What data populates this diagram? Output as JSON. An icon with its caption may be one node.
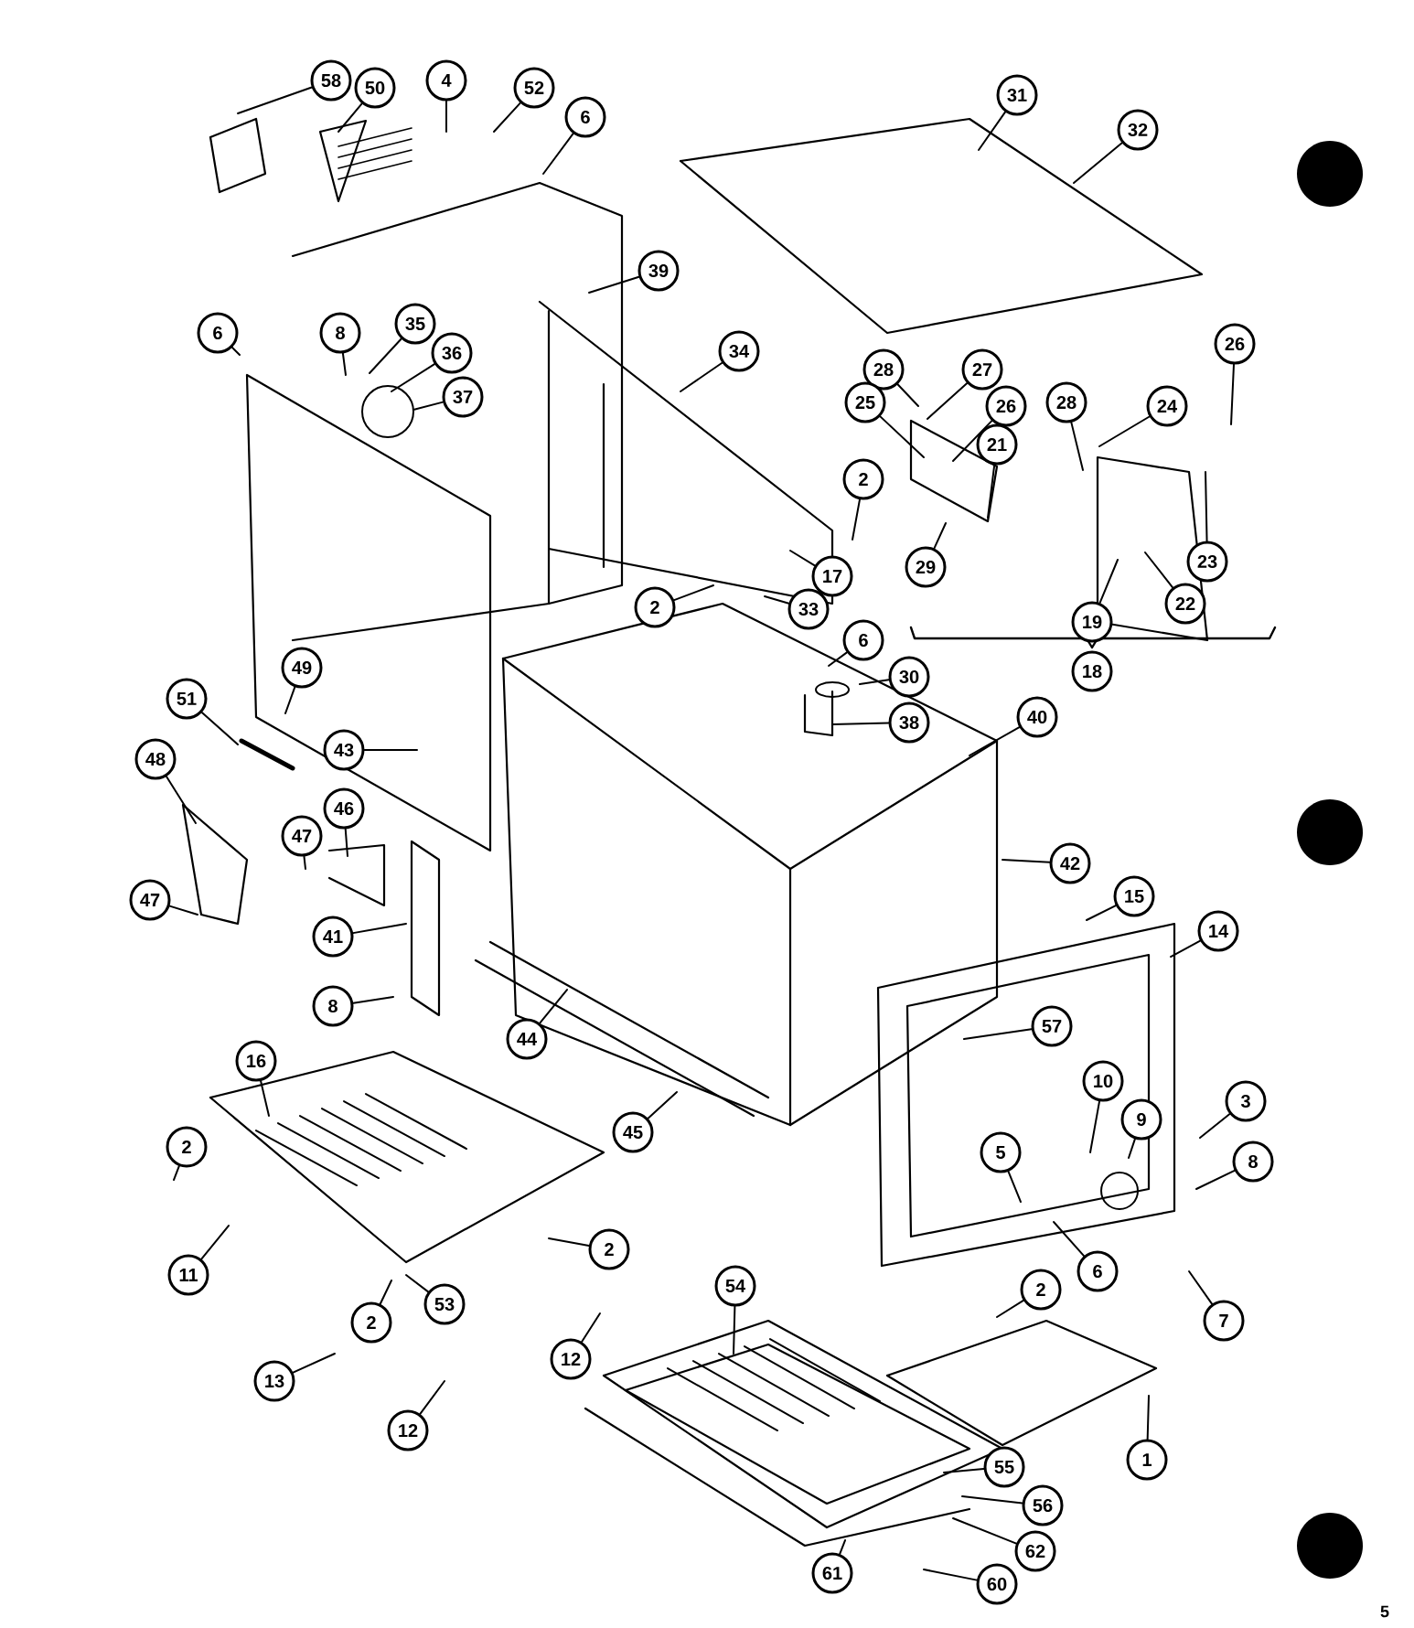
{
  "diagram": {
    "nodes": [
      {
        "text": [
          "58"
        ]
      },
      {
        "text": [
          "50"
        ]
      },
      {
        "text": [
          "4"
        ]
      },
      {
        "text": [
          "52"
        ]
      },
      {
        "text": [
          "6"
        ]
      },
      {
        "text": [
          "31"
        ]
      },
      {
        "text": [
          "32"
        ]
      },
      {
        "text": [
          "39"
        ]
      },
      {
        "text": [
          "6"
        ]
      },
      {
        "text": [
          "8"
        ]
      },
      {
        "text": [
          "35"
        ]
      },
      {
        "text": [
          "36"
        ]
      },
      {
        "text": [
          "37"
        ]
      },
      {
        "text": [
          "34"
        ]
      },
      {
        "text": [
          "28"
        ]
      },
      {
        "text": [
          "27"
        ]
      },
      {
        "text": [
          "25"
        ]
      },
      {
        "text": [
          "26"
        ]
      },
      {
        "text": [
          "21"
        ]
      },
      {
        "text": [
          "28"
        ]
      },
      {
        "text": [
          "24"
        ]
      },
      {
        "text": [
          "26"
        ]
      },
      {
        "text": [
          "2"
        ]
      },
      {
        "text": [
          "17"
        ]
      },
      {
        "text": [
          "29"
        ]
      },
      {
        "text": [
          "33"
        ]
      },
      {
        "text": [
          "23"
        ]
      },
      {
        "text": [
          "19"
        ]
      },
      {
        "text": [
          "22"
        ]
      },
      {
        "text": [
          "2"
        ]
      },
      {
        "text": [
          "6"
        ]
      },
      {
        "text": [
          "30"
        ]
      },
      {
        "text": [
          "49"
        ]
      },
      {
        "text": [
          "51"
        ]
      },
      {
        "text": [
          "38"
        ]
      },
      {
        "text": [
          "43"
        ]
      },
      {
        "text": [
          "40"
        ]
      },
      {
        "text": [
          "48"
        ]
      },
      {
        "text": [
          "46"
        ]
      },
      {
        "text": [
          "47"
        ]
      },
      {
        "text": [
          "42"
        ]
      },
      {
        "text": [
          "47"
        ]
      },
      {
        "text": [
          "15"
        ]
      },
      {
        "text": [
          "41"
        ]
      },
      {
        "text": [
          "14"
        ]
      },
      {
        "text": [
          "8"
        ]
      },
      {
        "text": [
          "57"
        ]
      },
      {
        "text": [
          "44"
        ]
      },
      {
        "text": [
          "16"
        ]
      },
      {
        "text": [
          "10"
        ]
      },
      {
        "text": [
          "3"
        ]
      },
      {
        "text": [
          "9"
        ]
      },
      {
        "text": [
          "45"
        ]
      },
      {
        "text": [
          "2"
        ]
      },
      {
        "text": [
          "5"
        ]
      },
      {
        "text": [
          "8"
        ]
      },
      {
        "text": [
          "2"
        ]
      },
      {
        "text": [
          "11"
        ]
      },
      {
        "text": [
          "6"
        ]
      },
      {
        "text": [
          "54"
        ]
      },
      {
        "text": [
          "2"
        ]
      },
      {
        "text": [
          "53"
        ]
      },
      {
        "text": [
          "2"
        ]
      },
      {
        "text": [
          "7"
        ]
      },
      {
        "text": [
          "12"
        ]
      },
      {
        "text": [
          "13"
        ]
      },
      {
        "text": [
          "12"
        ]
      },
      {
        "text": [
          "1"
        ]
      },
      {
        "text": [
          "55"
        ]
      },
      {
        "text": [
          "56"
        ]
      },
      {
        "text": [
          "62"
        ]
      },
      {
        "text": [
          "61"
        ]
      },
      {
        "text": [
          "60"
        ]
      },
      {
        "text": [
          "18"
        ]
      }
    ],
    "edges": [
      {
        "from": 0,
        "to": null,
        "arrow": "none"
      },
      {
        "from": 1,
        "to": null,
        "arrow": "none"
      },
      {
        "from": 2,
        "to": null,
        "arrow": "none"
      },
      {
        "from": 3,
        "to": null,
        "arrow": "none"
      },
      {
        "from": 4,
        "to": null,
        "arrow": "none"
      },
      {
        "from": 5,
        "to": null,
        "arrow": "none"
      },
      {
        "from": 6,
        "to": null,
        "arrow": "none"
      },
      {
        "from": 7,
        "to": null,
        "arrow": "none"
      },
      {
        "from": 8,
        "to": null,
        "arrow": "none"
      },
      {
        "from": 9,
        "to": null,
        "arrow": "none"
      },
      {
        "from": 10,
        "to": null,
        "arrow": "none"
      },
      {
        "from": 11,
        "to": null,
        "arrow": "none"
      },
      {
        "from": 12,
        "to": null,
        "arrow": "none"
      },
      {
        "from": 13,
        "to": null,
        "arrow": "none"
      },
      {
        "from": 14,
        "to": null,
        "arrow": "none"
      },
      {
        "from": 15,
        "to": null,
        "arrow": "none"
      },
      {
        "from": 16,
        "to": null,
        "arrow": "none"
      },
      {
        "from": 17,
        "to": null,
        "arrow": "none"
      },
      {
        "from": 18,
        "to": null,
        "arrow": "none"
      },
      {
        "from": 19,
        "to": null,
        "arrow": "none"
      },
      {
        "from": 20,
        "to": null,
        "arrow": "none"
      },
      {
        "from": 21,
        "to": null,
        "arrow": "none"
      },
      {
        "from": 22,
        "to": null,
        "arrow": "none"
      },
      {
        "from": 23,
        "to": null,
        "arrow": "none"
      },
      {
        "from": 24,
        "to": null,
        "arrow": "none"
      },
      {
        "from": 25,
        "to": null,
        "arrow": "none"
      },
      {
        "from": 26,
        "to": null,
        "arrow": "none"
      },
      {
        "from": 27,
        "to": null,
        "arrow": "none"
      },
      {
        "from": 28,
        "to": null,
        "arrow": "none"
      },
      {
        "from": 29,
        "to": null,
        "arrow": "none"
      },
      {
        "from": 30,
        "to": null,
        "arrow": "none"
      },
      {
        "from": 31,
        "to": null,
        "arrow": "none"
      },
      {
        "from": 32,
        "to": null,
        "arrow": "none"
      },
      {
        "from": 33,
        "to": null,
        "arrow": "none"
      },
      {
        "from": 34,
        "to": null,
        "arrow": "none"
      },
      {
        "from": 35,
        "to": null,
        "arrow": "none"
      },
      {
        "from": 36,
        "to": null,
        "arrow": "none"
      },
      {
        "from": 37,
        "to": null,
        "arrow": "none"
      },
      {
        "from": 38,
        "to": null,
        "arrow": "none"
      },
      {
        "from": 39,
        "to": null,
        "arrow": "none"
      },
      {
        "from": 40,
        "to": null,
        "arrow": "none"
      },
      {
        "from": 41,
        "to": null,
        "arrow": "none"
      },
      {
        "from": 42,
        "to": null,
        "arrow": "none"
      },
      {
        "from": 43,
        "to": null,
        "arrow": "none"
      },
      {
        "from": 44,
        "to": null,
        "arrow": "none"
      },
      {
        "from": 45,
        "to": null,
        "arrow": "none"
      },
      {
        "from": 46,
        "to": null,
        "arrow": "none"
      },
      {
        "from": 47,
        "to": null,
        "arrow": "none"
      },
      {
        "from": 48,
        "to": null,
        "arrow": "none"
      },
      {
        "from": 49,
        "to": null,
        "arrow": "none"
      },
      {
        "from": 50,
        "to": null,
        "arrow": "none"
      },
      {
        "from": 51,
        "to": null,
        "arrow": "none"
      },
      {
        "from": 52,
        "to": null,
        "arrow": "none"
      },
      {
        "from": 53,
        "to": null,
        "arrow": "none"
      },
      {
        "from": 54,
        "to": null,
        "arrow": "none"
      },
      {
        "from": 55,
        "to": null,
        "arrow": "none"
      },
      {
        "from": 56,
        "to": null,
        "arrow": "none"
      },
      {
        "from": 57,
        "to": null,
        "arrow": "none"
      },
      {
        "from": 58,
        "to": null,
        "arrow": "none"
      },
      {
        "from": 59,
        "to": null,
        "arrow": "none"
      },
      {
        "from": 60,
        "to": null,
        "arrow": "none"
      },
      {
        "from": 61,
        "to": null,
        "arrow": "none"
      },
      {
        "from": 62,
        "to": null,
        "arrow": "none"
      },
      {
        "from": 63,
        "to": null,
        "arrow": "none"
      },
      {
        "from": 64,
        "to": null,
        "arrow": "none"
      },
      {
        "from": 65,
        "to": null,
        "arrow": "none"
      },
      {
        "from": 66,
        "to": null,
        "arrow": "none"
      },
      {
        "from": 67,
        "to": null,
        "arrow": "none"
      },
      {
        "from": 68,
        "to": null,
        "arrow": "none"
      },
      {
        "from": 69,
        "to": null,
        "arrow": "none"
      },
      {
        "from": 70,
        "to": null,
        "arrow": "none"
      },
      {
        "from": 71,
        "to": null,
        "arrow": "none"
      },
      {
        "from": 72,
        "to": null,
        "arrow": "none"
      }
    ],
    "labels": [
      "5"
    ]
  }
}
